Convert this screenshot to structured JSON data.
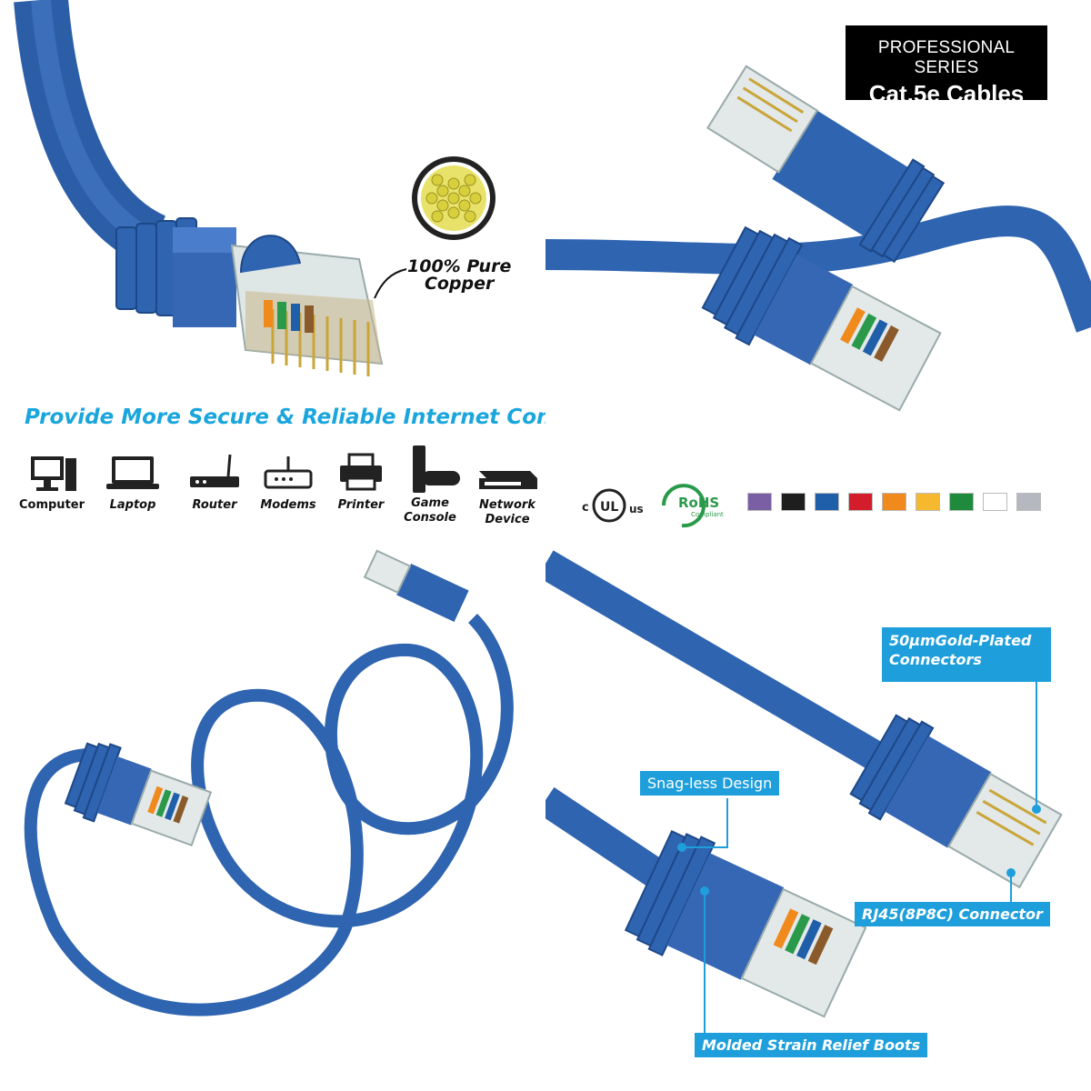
{
  "badge": {
    "line1": "PROFESSIONAL SERIES",
    "line2": "Cat.5e Cables"
  },
  "copper_label": {
    "line1": "100% Pure",
    "line2": "Copper"
  },
  "headline": "Provide More Secure & Reliable Internet Connection",
  "devices": [
    {
      "label": "Computer",
      "icon": "computer-icon"
    },
    {
      "label": "Laptop",
      "icon": "laptop-icon"
    },
    {
      "label": "Router",
      "icon": "router-icon"
    },
    {
      "label": "Modems",
      "icon": "modem-icon"
    },
    {
      "label": "Printer",
      "icon": "printer-icon"
    },
    {
      "label_line1": "Game",
      "label_line2": "Console",
      "icon": "game-console-icon"
    },
    {
      "label_line1": "Network",
      "label_line2": "Device",
      "icon": "network-device-icon"
    }
  ],
  "certifications": {
    "ul": "c UL us",
    "rohs": "RoHS",
    "rohs_sub": "Compliant"
  },
  "color_options": [
    "#7a5fa5",
    "#1e1e1e",
    "#1f5ea8",
    "#d41d2b",
    "#f08a1c",
    "#f5b82e",
    "#1f8a3c",
    "#ffffff",
    "#b6b8c0"
  ],
  "callouts": {
    "gold_plated_line1": "50µmGold-Plated",
    "gold_plated_line2": "Connectors",
    "snagless": "Snag-less Design",
    "rj45": "RJ45(8P8C) Connector",
    "boots": "Molded Strain Relief Boots"
  },
  "colors": {
    "cable_blue": "#2f64b0",
    "callout_blue": "#1e9fdc",
    "headline_blue": "#1aa6dc"
  }
}
